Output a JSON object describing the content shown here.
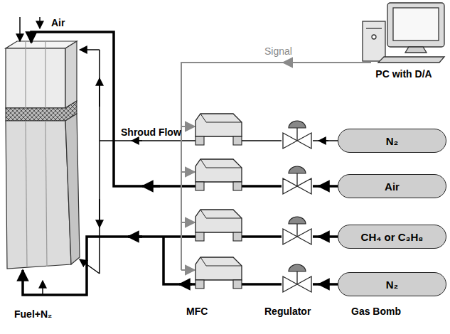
{
  "diagram": {
    "nodes": [
      {
        "text": [
          "PC with D/A"
        ]
      },
      {
        "text": [
          "N₂"
        ]
      },
      {
        "text": [
          "Air"
        ]
      },
      {
        "text": [
          "CH₄ or C₃H₈"
        ]
      },
      {
        "text": [
          "N₂"
        ]
      }
    ],
    "labels": [
      "Air",
      "Signal",
      "Shroud Flow",
      "MFC",
      "Regulator",
      "Gas Bomb",
      "Fuel+N₂"
    ]
  }
}
